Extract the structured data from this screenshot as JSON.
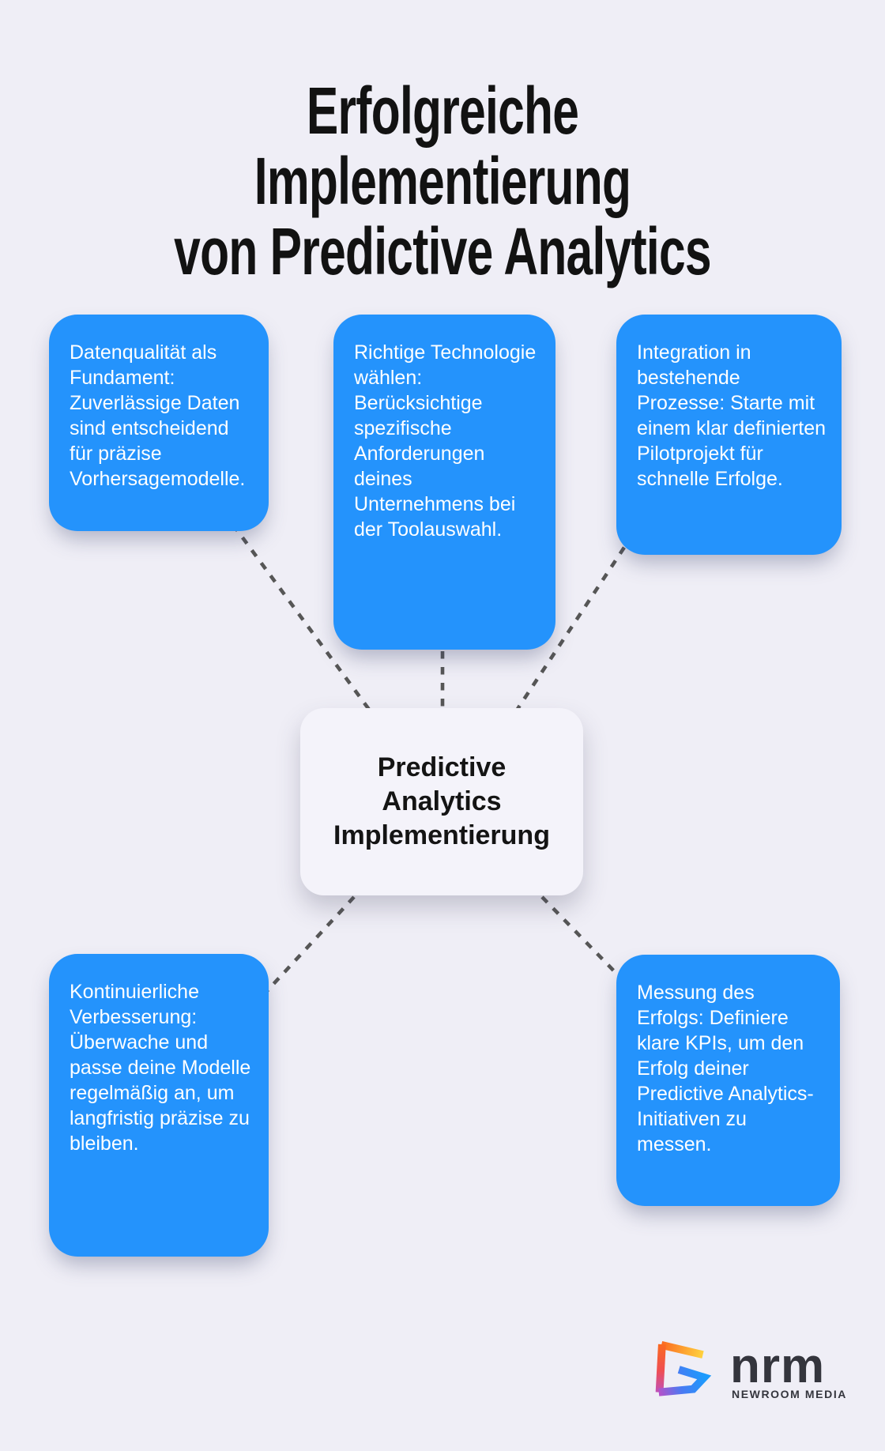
{
  "title": {
    "line1": "Erfolgreiche Implementierung",
    "line2": "von Predictive Analytics"
  },
  "center": {
    "label": "Predictive Analytics Implementierung"
  },
  "cards": [
    {
      "id": "data-quality",
      "text": "Datenqualität als Fundament: Zuverlässige Daten sind entscheidend für präzise Vorhersagemodelle."
    },
    {
      "id": "technology",
      "text": "Richtige Technologie wählen: Berücksichtige spezifische Anforderungen deines Unternehmens bei der Toolauswahl."
    },
    {
      "id": "integration",
      "text": "Integration in bestehende Prozesse: Starte mit einem klar definierten Pilotprojekt für schnelle Erfolge."
    },
    {
      "id": "improvement",
      "text": "Kontinuierliche Verbesserung: Überwache und passe deine Modelle regelmäßig an, um langfristig präzise zu bleiben."
    },
    {
      "id": "measurement",
      "text": "Messung des Erfolgs: Definiere klare KPIs, um den Erfolg deiner Predictive Analytics-Initiativen zu messen."
    }
  ],
  "logo": {
    "wordmark": "nrm",
    "tagline": "NEWROOM MEDIA"
  },
  "colors": {
    "background": "#efeef6",
    "card_blue": "#2493fc",
    "card_text": "#ffffff",
    "connector_gray": "#565656",
    "heading_dark": "#121212",
    "logo_text": "#34353d",
    "logo_gradient": [
      "#ffd23e",
      "#fb6a20",
      "#ef4e52",
      "#c050b8",
      "#4b79f2",
      "#1c9bfd"
    ]
  }
}
